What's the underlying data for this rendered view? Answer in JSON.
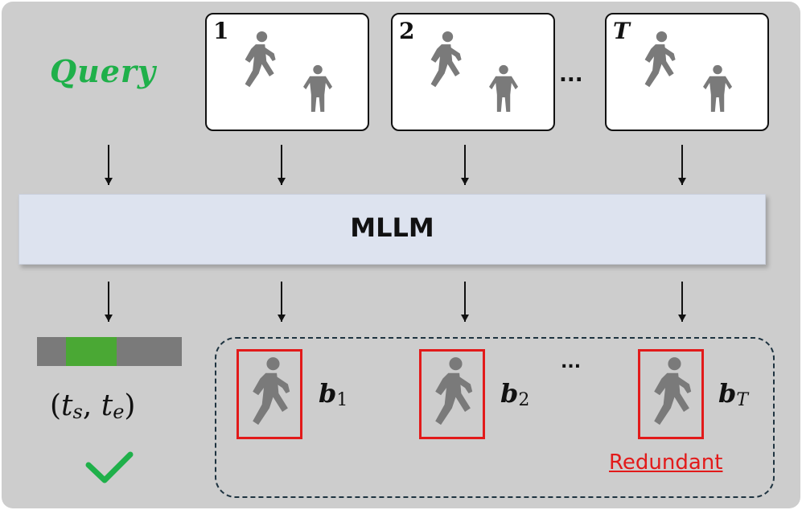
{
  "query_label": "Query",
  "frames": [
    {
      "number": "1",
      "italic": false
    },
    {
      "number": "2",
      "italic": false
    },
    {
      "number": "T",
      "italic": true
    }
  ],
  "frame_ellipsis": "...",
  "model": {
    "label": "MLLM"
  },
  "temporal_output": {
    "interval_open": "(",
    "t": "t",
    "start_sub": "s",
    "comma": ", ",
    "end_sub": "e",
    "interval_close": ")",
    "bar_color": "#7a7a7a",
    "highlight_color": "#4aa834",
    "highlight_start": 0.2,
    "highlight_end": 0.55,
    "check_icon": "checkmark-icon"
  },
  "spatial_output": {
    "boxes": [
      {
        "symbol": "b",
        "sub": "1",
        "sub_italic": false
      },
      {
        "symbol": "b",
        "sub": "2",
        "sub_italic": false
      },
      {
        "symbol": "b",
        "sub": "T",
        "sub_italic": true
      }
    ],
    "ellipsis": "...",
    "note": "Redundant",
    "note_color": "#e21a1a"
  },
  "colors": {
    "background": "#cdcdcd",
    "query": "#1fb04a",
    "model_fill": "#dde3ef",
    "figure": "#7a7a7a",
    "check": "#1fb04a"
  }
}
